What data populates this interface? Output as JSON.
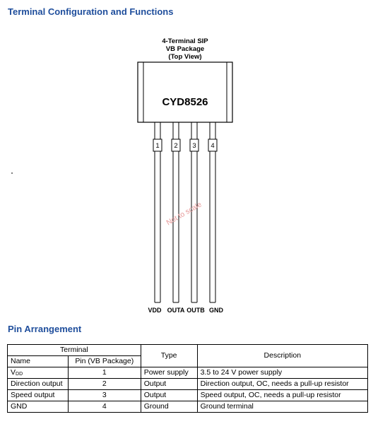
{
  "headings": {
    "terminal_config": "Terminal Configuration and Functions",
    "pin_arrangement": "Pin Arrangement"
  },
  "package": {
    "caption_line1": "4-Terminal SIP",
    "caption_line2": "VB Package",
    "caption_line3": "(Top View)",
    "chip_name": "CYD8526",
    "watermark": "Not to scale",
    "pin_numbers": [
      "1",
      "2",
      "3",
      "4"
    ],
    "pin_names": [
      "VDD",
      "OUTA",
      "OUTB",
      "GND"
    ]
  },
  "table": {
    "group_header": "Terminal",
    "sub_headers": {
      "name": "Name",
      "pin": "Pin (VB Package)"
    },
    "type_header": "Type",
    "description_header": "Description",
    "rows": [
      {
        "name": "V",
        "name_sub": "DD",
        "pin": "1",
        "type": "Power supply",
        "description": "3.5 to 24 V power supply"
      },
      {
        "name": "Direction output",
        "pin": "2",
        "type": "Output",
        "description": "Direction output, OC, needs a pull-up resistor"
      },
      {
        "name": "Speed output",
        "pin": "3",
        "type": "Output",
        "description": "Speed output, OC, needs a pull-up resistor"
      },
      {
        "name": "GND",
        "pin": "4",
        "type": "Ground",
        "description": "Ground terminal"
      }
    ]
  }
}
